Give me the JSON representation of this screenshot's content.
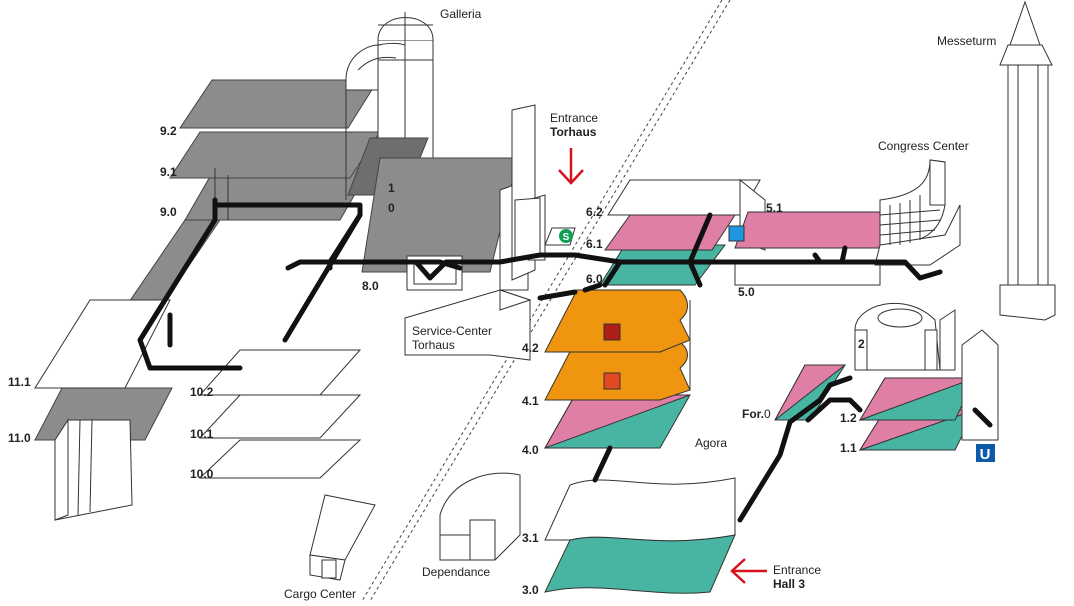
{
  "colors": {
    "hall_gray": "#8c8c8c",
    "hall_pink": "#e07fa6",
    "hall_teal": "#48b5a3",
    "hall_orange": "#f0950f",
    "walkway": "#111111",
    "arrow_red": "#d6131f",
    "marker_darkred": "#b01e18",
    "marker_red": "#e34a24",
    "marker_blue": "#1f97e0",
    "s_bahn_green": "#13a056",
    "u_bahn_blue": "#0c5aa8"
  },
  "buildings": {
    "galleria": "Galleria",
    "messeturm": "Messeturm",
    "congress_center": "Congress Center",
    "service_center_line1": "Service-Center",
    "service_center_line2": "Torhaus",
    "agora": "Agora",
    "dependance": "Dependance",
    "cargo_center": "Cargo Center"
  },
  "entrances": {
    "torhaus": {
      "line1": "Entrance",
      "line2": "Torhaus"
    },
    "hall3": {
      "line1": "Entrance",
      "line2": "Hall 3"
    }
  },
  "levels": {
    "h9_2": "9.2",
    "h9_1": "9.1",
    "h9_0": "9.0",
    "h1": "1",
    "h0": "0",
    "h8_0": "8.0",
    "h11_1": "11.1",
    "h11_0": "11.0",
    "h10_2": "10.2",
    "h10_1": "10.1",
    "h10_0": "10.0",
    "h6_2": "6.2",
    "h6_1": "6.1",
    "h6_0": "6.0",
    "h5_1": "5.1",
    "h5_0": "5.0",
    "h4_2": "4.2",
    "h4_1": "4.1",
    "h4_0": "4.0",
    "h3_1": "3.1",
    "h3_0": "3.0",
    "forum_bold": "For.",
    "forum_num": "0",
    "h2": "2",
    "h1_2": "1.2",
    "h1_1": "1.1"
  },
  "transit": {
    "s_bahn": "S",
    "u_bahn": "U"
  }
}
